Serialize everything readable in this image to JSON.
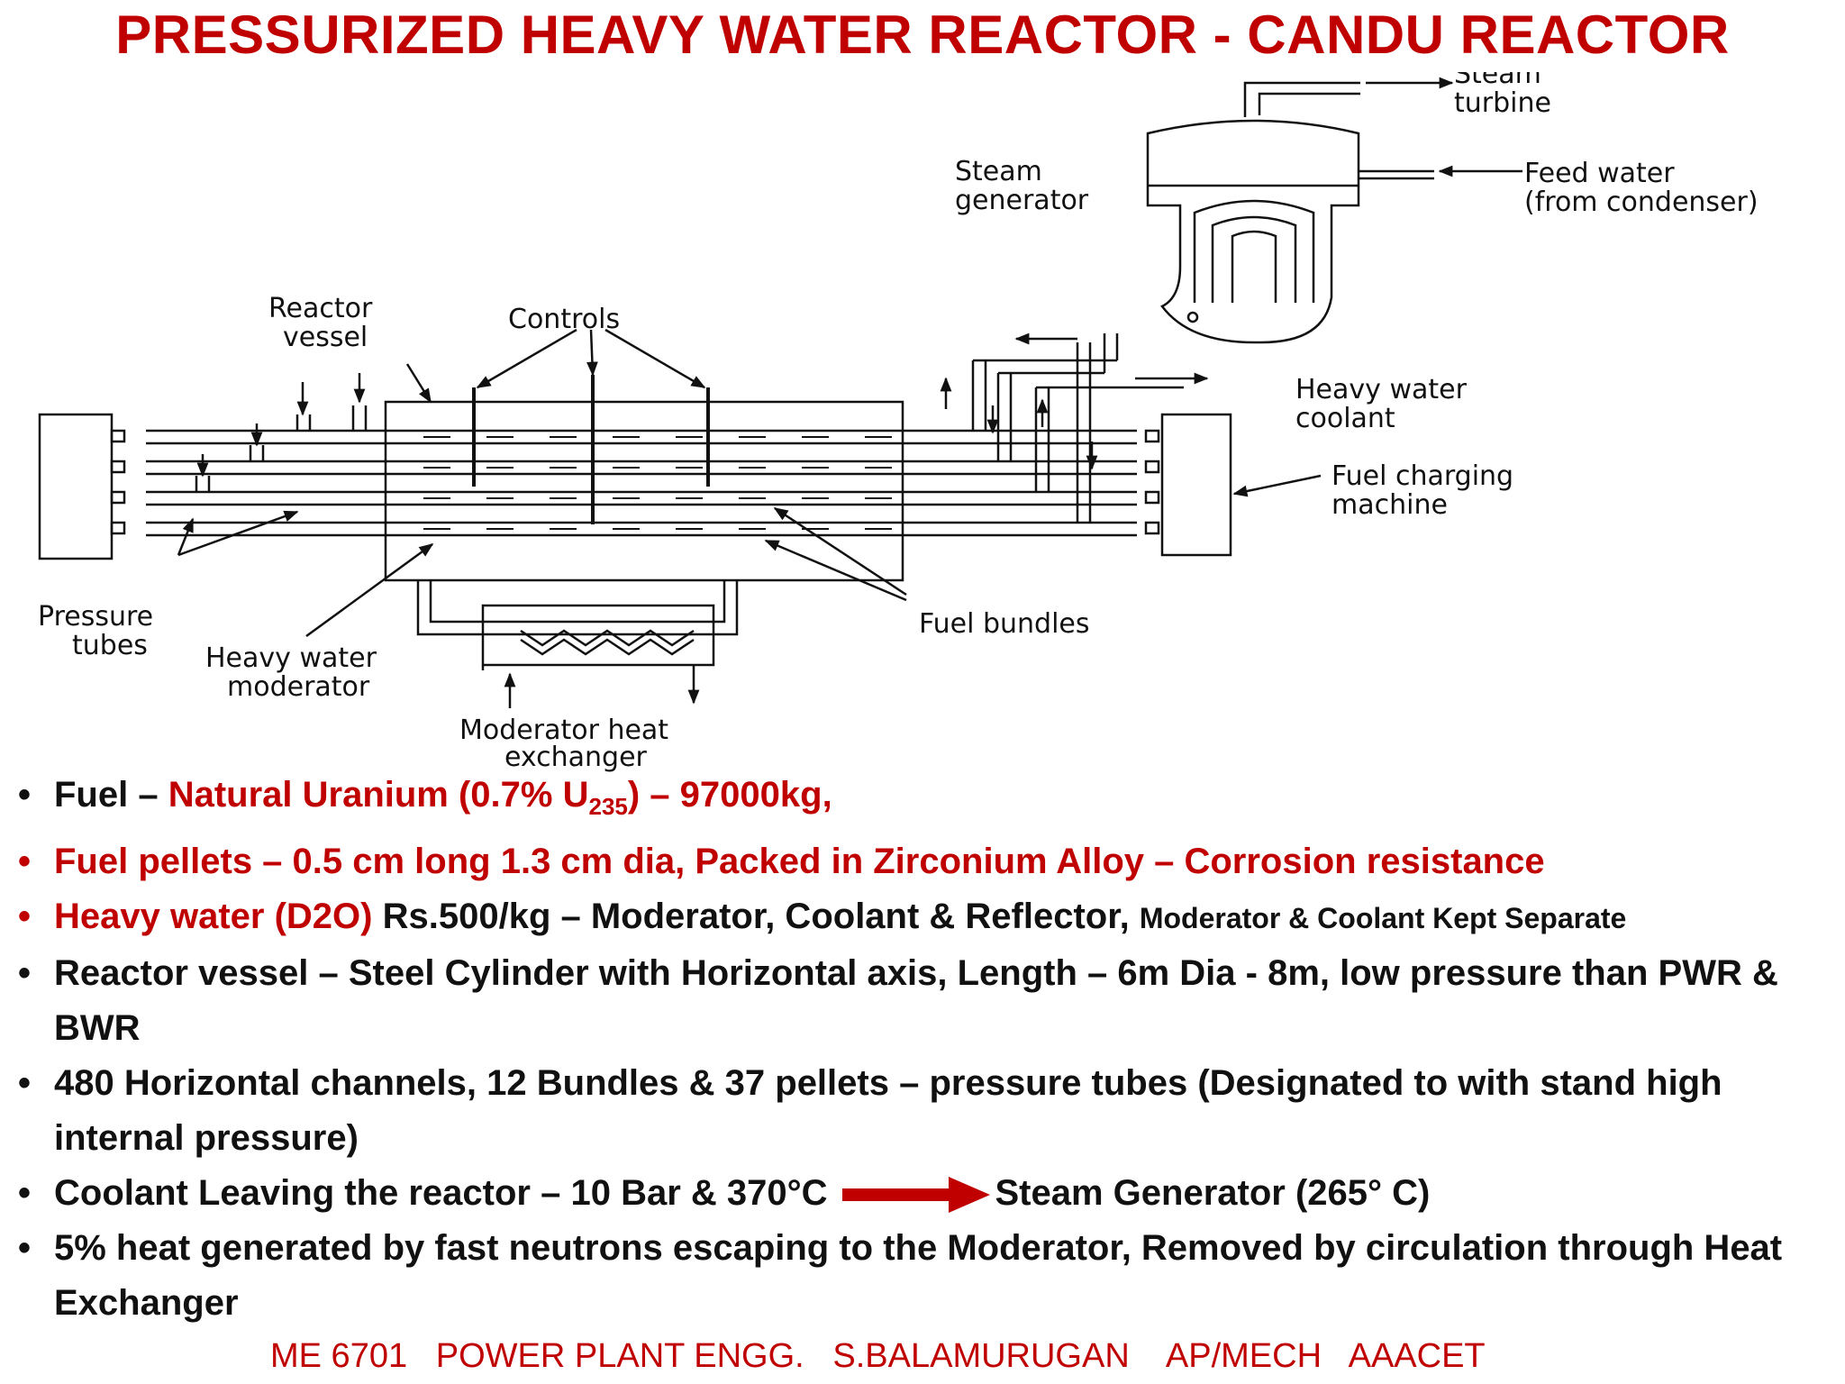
{
  "title": "PRESSURIZED HEAVY WATER REACTOR - CANDU REACTOR",
  "diagram": {
    "labels": {
      "steam_turbine_1": "Steam",
      "steam_turbine_2": "turbine",
      "steam_generator_1": "Steam",
      "steam_generator_2": "generator",
      "feed_water_1": "Feed water",
      "feed_water_2": "(from condenser)",
      "reactor_vessel_1": "Reactor",
      "reactor_vessel_2": "vessel",
      "controls": "Controls",
      "heavy_water_coolant_1": "Heavy water",
      "heavy_water_coolant_2": "coolant",
      "fuel_charging_1": "Fuel charging",
      "fuel_charging_2": "machine",
      "fuel_bundles": "Fuel bundles",
      "pressure_tubes_1": "Pressure",
      "pressure_tubes_2": "tubes",
      "heavy_water_moderator_1": "Heavy water",
      "heavy_water_moderator_2": "moderator",
      "moderator_hx_1": "Moderator heat",
      "moderator_hx_2": "exchanger"
    }
  },
  "bullets": {
    "b1_label": "Fuel – ",
    "b1_red_main": "Natural Uranium (0.7% U",
    "b1_red_sub": "235",
    "b1_red_tail": ") – 97000kg,",
    "b2_red": "Fuel pellets – 0.5 cm long 1.3 cm dia, Packed in Zirconium Alloy – Corrosion resistance",
    "b3_red": "Heavy water (D2O)",
    "b3_text": " Rs.500/kg – Moderator, Coolant & Reflector, ",
    "b3_small": "Moderator  & Coolant Kept Separate",
    "b4_text": "Reactor vessel – Steel Cylinder with Horizontal axis, Length – 6m Dia - 8m, low pressure than PWR & BWR",
    "b5_text": "480 Horizontal channels, 12 Bundles & 37 pellets – pressure tubes (Designated to with stand high internal pressure)",
    "b6_text_a": "Coolant Leaving the reactor – 10 Bar & 370°C",
    "b6_text_b": "Steam Generator (265° C)",
    "b7_text": "5% heat generated by fast neutrons escaping to the Moderator, Removed by circulation through Heat Exchanger"
  },
  "footer": "ME 6701   POWER PLANT ENGG.   S.BALAMURUGAN    AP/MECH   AAACET",
  "colors": {
    "accent_red": "#c00000",
    "ink": "#111111"
  }
}
